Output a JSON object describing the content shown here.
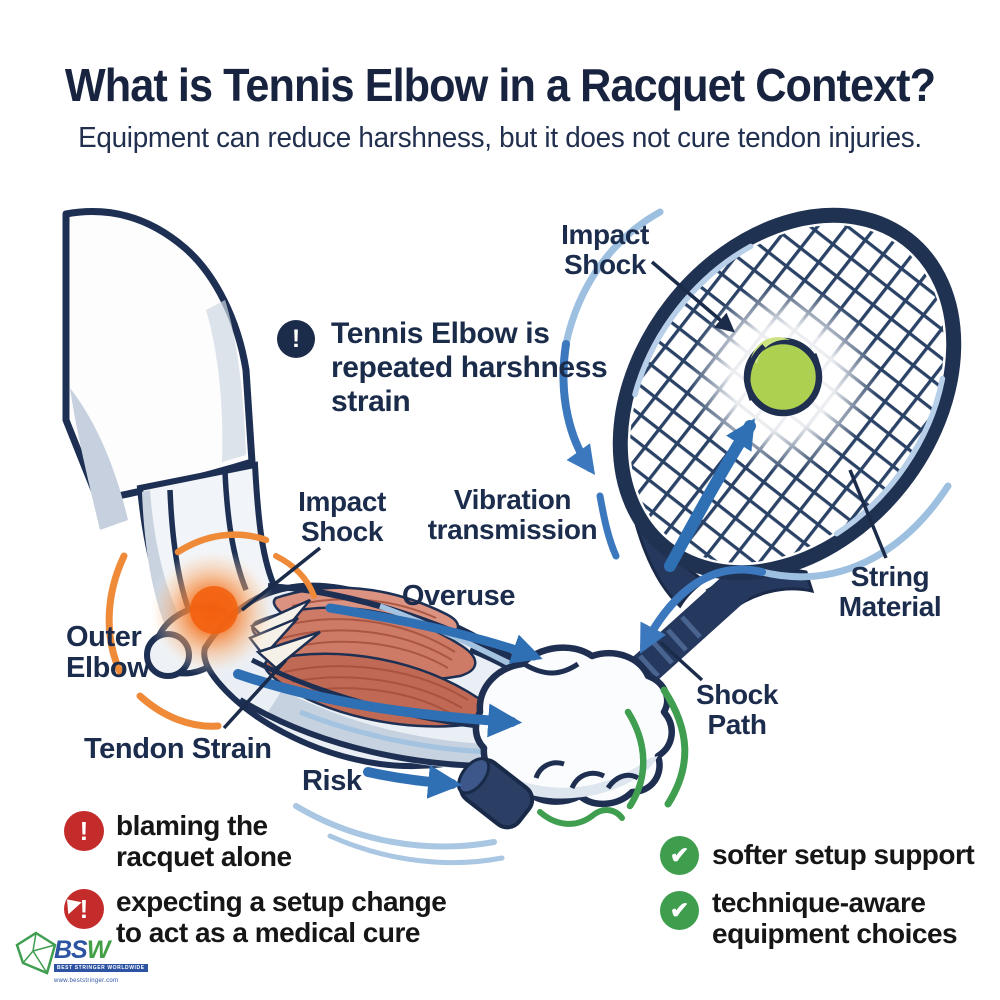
{
  "header": {
    "title": "What is Tennis Elbow in a Racquet Context?",
    "subtitle": "Equipment can reduce harshness, but it does not cure tendon injuries."
  },
  "note": {
    "icon": "exclamation-circle-icon",
    "lines": [
      "Tennis Elbow is",
      "repeated harshness",
      "strain"
    ]
  },
  "labels": {
    "impact_shock_top": [
      "Impact",
      "Shock"
    ],
    "impact_shock_mid": [
      "Impact",
      "Shock"
    ],
    "vibration_transmission": [
      "Vibration",
      "transmission"
    ],
    "overuse": [
      "Overuse"
    ],
    "outer_elbow": [
      "Outer",
      "Elbow"
    ],
    "tendon_strain": [
      "Tendon Strain"
    ],
    "risk": [
      "Risk"
    ],
    "string_material": [
      "String",
      "Material"
    ],
    "shock_path": [
      "Shock",
      "Path"
    ]
  },
  "warnings": [
    {
      "icon": "exclamation-circle-icon",
      "lines": [
        "blaming the",
        "racquet alone"
      ]
    },
    {
      "icon": "exclamation-burst-icon",
      "lines": [
        "expecting a setup change",
        "to act as a medical cure"
      ]
    }
  ],
  "positives": [
    {
      "icon": "check-circle-icon",
      "lines": [
        "softer setup support"
      ]
    },
    {
      "icon": "check-circle-icon",
      "lines": [
        "technique-aware",
        "equipment choices"
      ]
    }
  ],
  "glyphs": {
    "exclamation": "!",
    "check": "✔"
  },
  "logo": {
    "icon": "shattered-diamond-icon",
    "bs": "BS",
    "w": "W",
    "tagline": "BEST STRINGER WORLDWIDE",
    "url": "www.beststringer.com"
  },
  "colors": {
    "navy": "#1b2b4a",
    "arrow_blue": "#2f6fb3",
    "light_blue": "#a9c6e2",
    "warning_red": "#c42b2b",
    "positive_green": "#3f9e4e",
    "pain_orange": "#f08c3c",
    "ball_green": "#aed051",
    "muscle_red": "#cd7a66"
  }
}
